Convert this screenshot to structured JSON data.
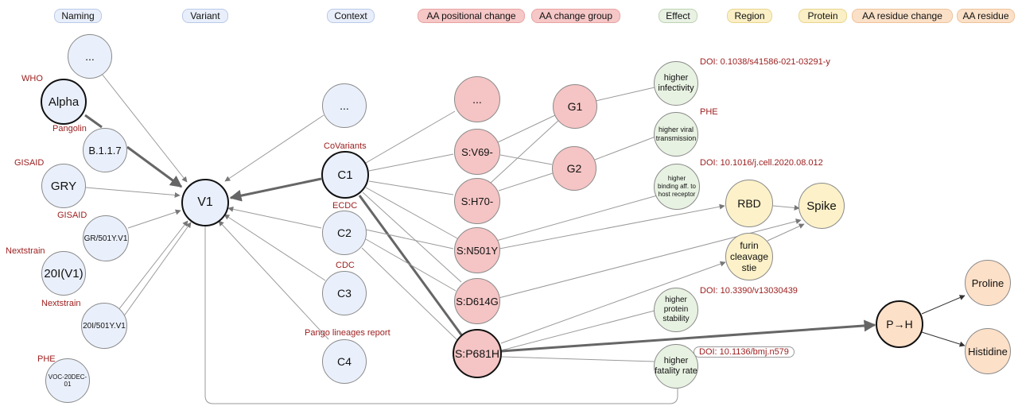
{
  "legend": [
    {
      "label": "Naming",
      "color": "#e9effa"
    },
    {
      "label": "Variant",
      "color": "#e9effa"
    },
    {
      "label": "Context",
      "color": "#e9effa"
    },
    {
      "label": "AA positional change",
      "color": "#f6c7c7"
    },
    {
      "label": "AA change group",
      "color": "#f6c7c7"
    },
    {
      "label": "Effect",
      "color": "#e9f1e4"
    },
    {
      "label": "Region",
      "color": "#fbefc6"
    },
    {
      "label": "Protein",
      "color": "#fbefc6"
    },
    {
      "label": "AA residue change",
      "color": "#fbe0c8"
    },
    {
      "label": "AA residue",
      "color": "#fbe0c8"
    }
  ],
  "nodes": {
    "name_more": "...",
    "alpha": "Alpha",
    "b117": "B.1.1.7",
    "gry": "GRY",
    "gr501y": "GR/501Y.V1",
    "n20iv1": "20I(V1)",
    "n20i501y": "20I/501Y.V1",
    "voc": "VOC-20DEC-01",
    "v1": "V1",
    "ctx_more": "...",
    "c1": "C1",
    "c2": "C2",
    "c3": "C3",
    "c4": "C4",
    "aa_more": "...",
    "v69": "S:V69-",
    "h70": "S:H70-",
    "n501y": "S:N501Y",
    "d614g": "S:D614G",
    "p681h": "S:P681H",
    "g1": "G1",
    "g2": "G2",
    "eff_infect": "higher infectivity",
    "eff_trans": "higher viral transmission",
    "eff_bind": "higher binding aff. to host receptor",
    "eff_stab": "higher protein stability",
    "eff_fatal": "higher fatality rate",
    "rbd": "RBD",
    "furin": "furin cleavage stie",
    "spike": "Spike",
    "p_to_h": "P→H",
    "proline": "Proline",
    "histidine": "Histidine"
  },
  "sources": {
    "who": "WHO",
    "pangolin": "Pangolin",
    "gisaid1": "GISAID",
    "gisaid2": "GISAID",
    "nextstrain1": "Nextstrain",
    "nextstrain2": "Nextstrain",
    "phe_naming": "PHE",
    "covariants": "CoVariants",
    "ecdc": "ECDC",
    "cdc": "CDC",
    "pango_report": "Pango lineages report",
    "doi_infect": "DOI: 0.1038/s41586-021-03291-y",
    "phe_effect": "PHE",
    "doi_bind": "DOI: 10.1016/j.cell.2020.08.012",
    "doi_stab": "DOI: 10.3390/v13030439",
    "doi_fatal": "DOI: 10.1136/bmj.n579"
  }
}
